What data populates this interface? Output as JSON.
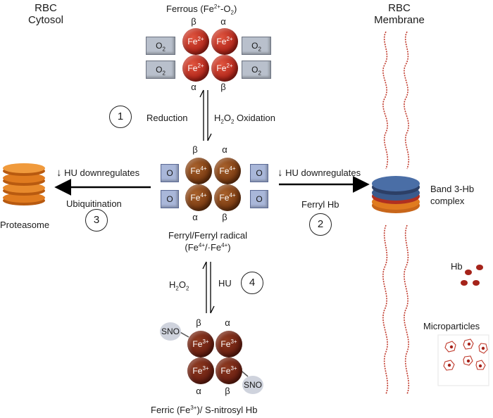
{
  "left_header": {
    "line1": "RBC",
    "line2": "Cytosol"
  },
  "right_header": {
    "line1": "RBC",
    "line2": "Membrane"
  },
  "ferrous": {
    "title": "Ferrous (Fe",
    "title_sup": "2+",
    "title_tail": "-O",
    "title_sub": "2",
    "title_end": ")",
    "greek_top_left": "β",
    "greek_top_right": "α",
    "greek_bottom_left": "α",
    "greek_bottom_right": "β",
    "ion": "Fe",
    "ion_charge": "2+",
    "ligand": "O",
    "ligand_sub": "2"
  },
  "step1": {
    "number": "1",
    "left_label": "Reduction",
    "right_label": "H",
    "right_sub": "2",
    "right_mid": "O",
    "right_sub2": "2",
    "right_tail": " Oxidation"
  },
  "ferryl": {
    "greek_top_left": "β",
    "greek_top_right": "α",
    "greek_bottom_left": "α",
    "greek_bottom_right": "β",
    "ion": "Fe",
    "ion_charge": "4+",
    "ligand": "O",
    "caption_line1": "Ferryl/Ferryl radical",
    "caption_line2_a": "(Fe",
    "caption_line2_sup1": "4+",
    "caption_line2_b": "/·Fe",
    "caption_line2_sup2": "4+",
    "caption_line2_c": ")"
  },
  "left_branch": {
    "arrow_glyph": "↓",
    "regulation": "HU downregulates",
    "process": "Ubiquitination",
    "number": "3",
    "target": "Proteasome"
  },
  "right_branch": {
    "arrow_glyph": "↓",
    "regulation": "HU downregulates",
    "process": "Ferryl Hb",
    "number": "2",
    "target_line1": "Band 3-Hb",
    "target_line2": "complex"
  },
  "step4": {
    "number": "4",
    "left_label_a": "H",
    "left_sub1": "2",
    "left_label_b": "O",
    "left_sub2": "2",
    "right_label": "HU"
  },
  "ferric": {
    "greek_top_left": "β",
    "greek_top_right": "α",
    "greek_bottom_left": "α",
    "greek_bottom_right": "β",
    "ion": "Fe",
    "ion_charge": "3+",
    "ligand": "SNO",
    "caption_a": "Ferric (Fe",
    "caption_sup": "3+",
    "caption_b": ")/ S-nitrosyl Hb"
  },
  "membrane_products": {
    "hb": "Hb",
    "microparticles": "Microparticles"
  },
  "colors": {
    "ferrous_red": "#b3271b",
    "ferryl_brown": "#7a3b12",
    "ferric_maroon": "#6b2012",
    "membrane_red": "#c0392b",
    "proteasome_orange": "#e07b1f",
    "band3_blue": "#3a5a8c"
  }
}
